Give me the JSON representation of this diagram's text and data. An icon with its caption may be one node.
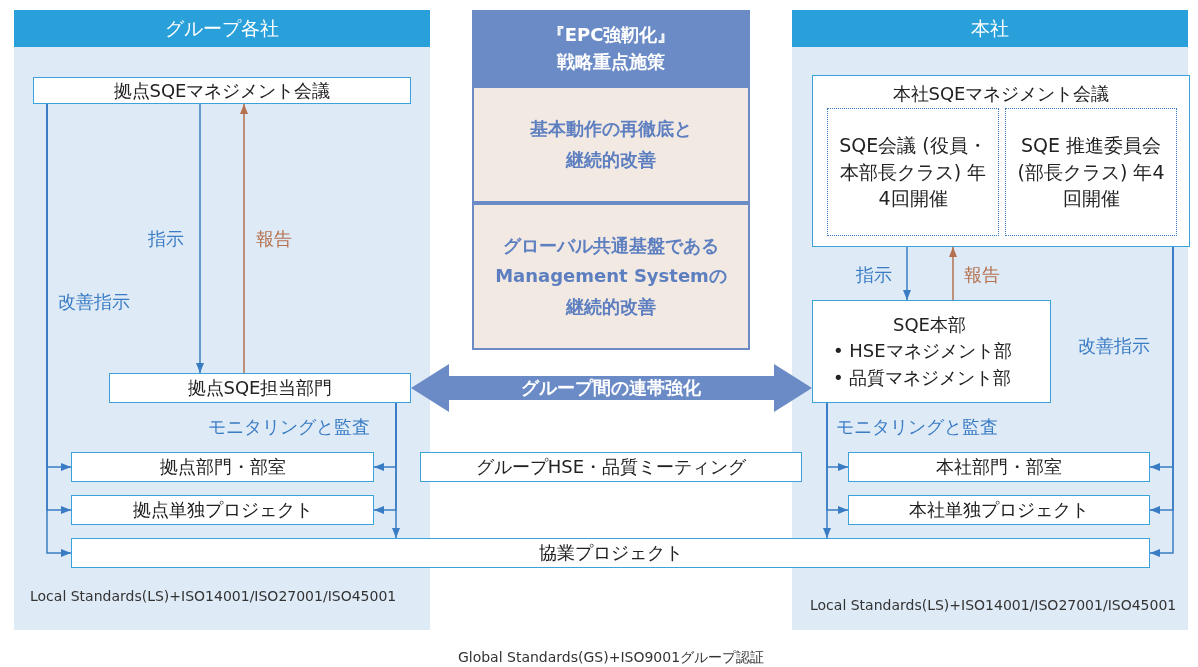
{
  "diagram": {
    "nodes": [
      {
        "text": [
          "グループ各社",
          "Local Standards(LS)+ISO14001/ISO27001/ISO45001"
        ]
      },
      {
        "text": [
          "拠点SQEマネジメント会議"
        ],
        "in": 0
      },
      {
        "text": [
          "拠点SQE担当部門"
        ],
        "in": 0
      },
      {
        "text": [
          "拠点部門・部室"
        ],
        "in": 0
      },
      {
        "text": [
          "拠点単独プロジェクト"
        ],
        "in": 0
      },
      {
        "text": [
          "『EPC強靭化』戦略重点施策"
        ]
      },
      {
        "text": [
          "基本動作の再徹底と継続的改善"
        ],
        "in": 5
      },
      {
        "text": [
          "グローバル共通基盤であるManagement Systemの継続的改善"
        ],
        "in": 5
      },
      {
        "text": [
          "グループHSE・品質ミーティング"
        ]
      },
      {
        "text": [
          "本社",
          "Local Standards(LS)+ISO14001/ISO27001/ISO45001"
        ]
      },
      {
        "text": [
          "本社SQEマネジメント会議"
        ],
        "in": 9
      },
      {
        "text": [
          "SQE会議 (役員・本部長クラス) 年4回開催"
        ],
        "in": 10
      },
      {
        "text": [
          "SQE 推進委員会 (部長クラス) 年4回開催"
        ],
        "in": 10
      },
      {
        "text": [
          "SQE本部",
          "• HSEマネジメント部",
          "• 品質マネジメント部"
        ],
        "in": 9
      },
      {
        "text": [
          "本社部門・部室"
        ],
        "in": 9
      },
      {
        "text": [
          "本社単独プロジェクト"
        ],
        "in": 9
      },
      {
        "text": [
          "協業プロジェクト"
        ]
      }
    ],
    "edges": [
      {
        "from": 1,
        "to": 2,
        "arrow": "to",
        "label": "指示"
      },
      {
        "from": 2,
        "to": 1,
        "arrow": "to",
        "label": "報告",
        "color": "#b5714f"
      },
      {
        "from": 1,
        "to": 3,
        "arrow": "to",
        "label": "改善指示"
      },
      {
        "from": 1,
        "to": 4,
        "arrow": "to"
      },
      {
        "from": 1,
        "to": 16,
        "arrow": "to"
      },
      {
        "from": 2,
        "to": 3,
        "arrow": "to",
        "label": "モニタリングと監査"
      },
      {
        "from": 2,
        "to": 4,
        "arrow": "to"
      },
      {
        "from": 2,
        "to": 16,
        "arrow": "to"
      },
      {
        "from": 10,
        "to": 13,
        "arrow": "to",
        "label": "指示"
      },
      {
        "from": 13,
        "to": 10,
        "arrow": "to",
        "label": "報告",
        "color": "#b5714f"
      },
      {
        "from": 10,
        "to": 14,
        "arrow": "to",
        "label": "改善指示"
      },
      {
        "from": 10,
        "to": 15,
        "arrow": "to"
      },
      {
        "from": 10,
        "to": 16,
        "arrow": "to"
      },
      {
        "from": 13,
        "to": 14,
        "arrow": "to",
        "label": "モニタリングと監査"
      },
      {
        "from": 13,
        "to": 15,
        "arrow": "to"
      },
      {
        "from": 13,
        "to": 16,
        "arrow": "to"
      },
      {
        "from": 2,
        "to": 13,
        "arrow": "both",
        "label": "グループ間の連帯強化",
        "style": "thick"
      }
    ],
    "caption": "Global Standards(GS)+ISO9001グループ認証"
  }
}
